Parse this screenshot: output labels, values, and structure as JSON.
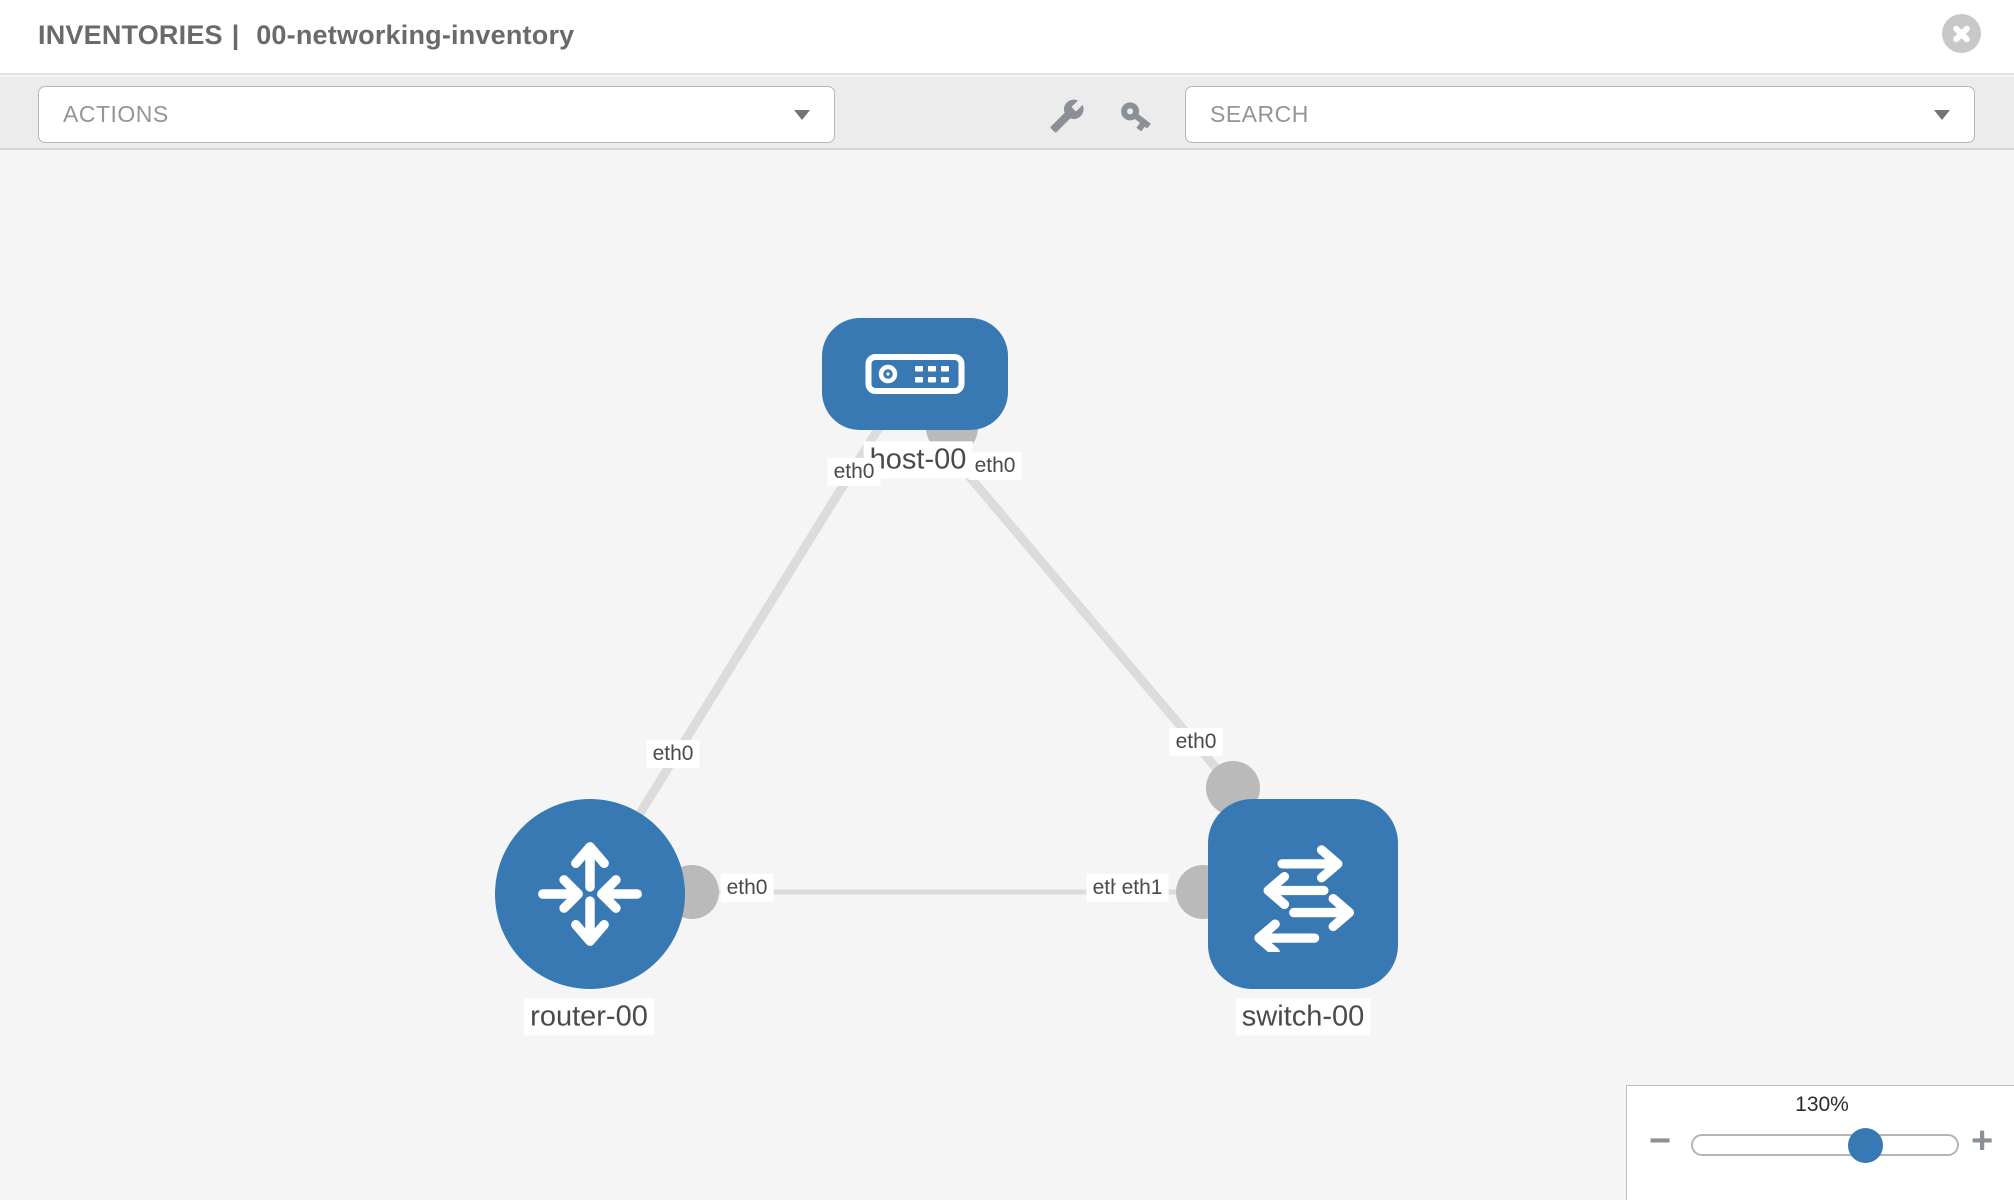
{
  "header": {
    "section": "INVENTORIES",
    "separator": "|",
    "inventory_name": "00-networking-inventory"
  },
  "toolbar": {
    "actions_label": "ACTIONS",
    "search_label": "SEARCH"
  },
  "diagram": {
    "nodes": [
      {
        "id": "host-00",
        "type": "host",
        "label": "host-00"
      },
      {
        "id": "router-00",
        "type": "router",
        "label": "router-00"
      },
      {
        "id": "switch-00",
        "type": "switch",
        "label": "switch-00"
      }
    ],
    "links": [
      {
        "from": "host-00",
        "to": "router-00",
        "from_interface": "eth0",
        "to_interface": "eth0"
      },
      {
        "from": "host-00",
        "to": "switch-00",
        "from_interface": "eth0",
        "to_interface": "eth0"
      },
      {
        "from": "router-00",
        "to": "switch-00",
        "from_interface": "eth0",
        "to_interface": "eth1"
      }
    ],
    "interface_labels": [
      "eth0",
      "eth0",
      "eth0",
      "eth0",
      "eth0",
      "eth0",
      "eth1"
    ]
  },
  "zoom_control": {
    "value": "130%",
    "zoom_out": "−",
    "zoom_in": "+",
    "percent": 65
  },
  "colors": {
    "node_blue": "#3878b3",
    "edge_gray": "#dcdcdc",
    "dot_gray": "#bababa"
  }
}
